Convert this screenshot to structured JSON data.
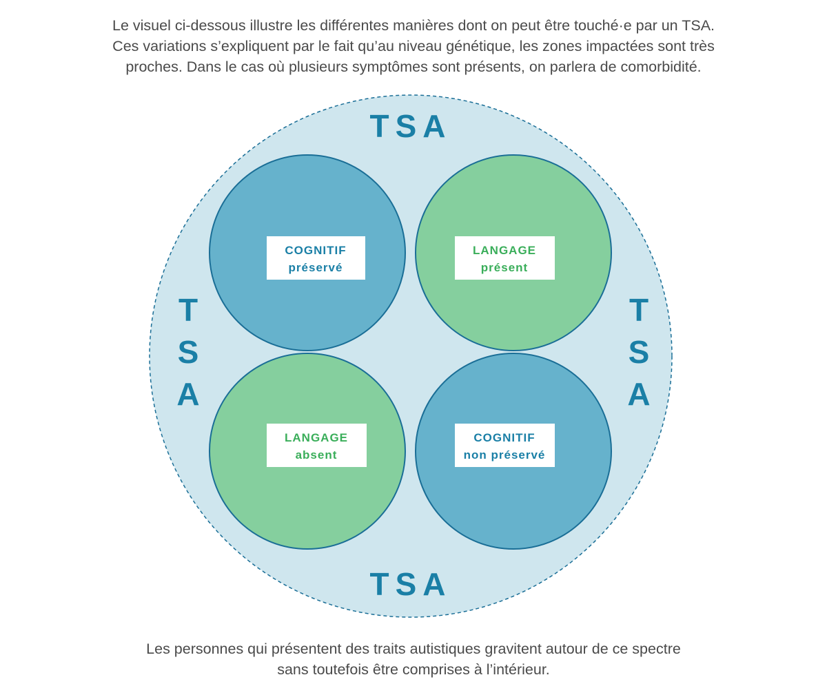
{
  "intro": [
    "Le visuel ci-dessous illustre les différentes manières dont on peut être touché·e par un TSA.",
    "Ces variations s’expliquent par le fait qu’au niveau génétique, les zones impactées sont très",
    "proches. Dans le cas où plusieurs symptômes sont présents, on parlera de comorbidité."
  ],
  "outro": [
    "Les personnes qui présentent des traits autistiques gravitent autour de ce spectre",
    "sans toutefois être comprises à l’intérieur."
  ],
  "tsa_label": "TSA",
  "tsa_letters": [
    "T",
    "S",
    "A"
  ],
  "boxes": {
    "top_left": {
      "line1": "COGNITIF",
      "line2": "préservé"
    },
    "top_right": {
      "line1": "LANGAGE",
      "line2": "présent"
    },
    "bottom_left": {
      "line1": "LANGAGE",
      "line2": "absent"
    },
    "bottom_right": {
      "line1": "COGNITIF",
      "line2": "non préservé"
    }
  },
  "colors": {
    "outer_fill": "#cfe6ee",
    "blue_circle": "#66b2cc",
    "green_circle": "#85cf9e",
    "stroke": "#1a6e96",
    "tsa_text": "#1a7fa6",
    "cognitif_text": "#1a7fa6",
    "langage_text": "#3aae5a",
    "hatch_bg": "#f1efe4",
    "hatch_line": "#a6a790"
  }
}
